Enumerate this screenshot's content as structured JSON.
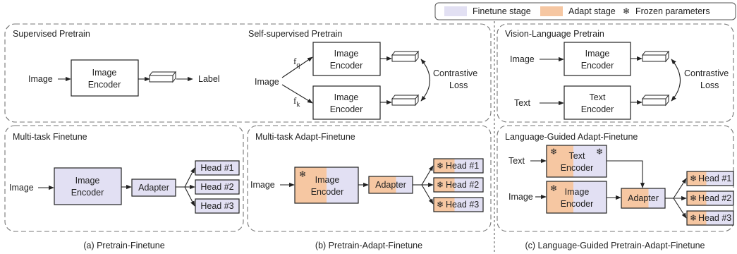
{
  "legend": {
    "finetune_label": "Finetune stage",
    "adapt_label": "Adapt stage",
    "frozen_symbol": "❄",
    "frozen_label": "Frozen parameters",
    "colors": {
      "finetune": "#e2e0f3",
      "adapt": "#f6c7a2"
    }
  },
  "panels": {
    "supervised": {
      "title": "Supervised Pretrain",
      "input": "Image",
      "encoder": [
        "Image",
        "Encoder"
      ],
      "output": "Label"
    },
    "self_supervised": {
      "title": "Self-supervised Pretrain",
      "input": "Image",
      "fq": "f",
      "fq_sub": "q",
      "fk": "f",
      "fk_sub": "k",
      "encoder_top": [
        "Image",
        "Encoder"
      ],
      "encoder_bottom": [
        "Image",
        "Encoder"
      ],
      "loss": [
        "Contrastive",
        "Loss"
      ]
    },
    "vision_language": {
      "title": "Vision-Language Pretrain",
      "input_image": "Image",
      "input_text": "Text",
      "image_encoder": [
        "Image",
        "Encoder"
      ],
      "text_encoder": [
        "Text",
        "Encoder"
      ],
      "loss": [
        "Contrastive",
        "Loss"
      ]
    },
    "multitask_finetune": {
      "title": "Multi-task Finetune",
      "input": "Image",
      "encoder": [
        "Image",
        "Encoder"
      ],
      "adapter": "Adapter",
      "heads": [
        "Head #1",
        "Head #2",
        "Head #3"
      ]
    },
    "multitask_adapt": {
      "title": "Multi-task Adapt-Finetune",
      "input": "Image",
      "encoder": [
        "Image",
        "Encoder"
      ],
      "adapter": "Adapter",
      "heads": [
        "Head #1",
        "Head #2",
        "Head #3"
      ]
    },
    "language_guided": {
      "title": "Language-Guided Adapt-Finetune",
      "input_text": "Text",
      "input_image": "Image",
      "text_encoder": [
        "Text",
        "Encoder"
      ],
      "image_encoder": [
        "Image",
        "Encoder"
      ],
      "adapter": "Adapter",
      "heads": [
        "Head #1",
        "Head #2",
        "Head #3"
      ]
    }
  },
  "captions": {
    "a": "(a) Pretrain-Finetune",
    "b": "(b) Pretrain-Adapt-Finetune",
    "c": "(c) Language-Guided Pretrain-Adapt-Finetune"
  }
}
